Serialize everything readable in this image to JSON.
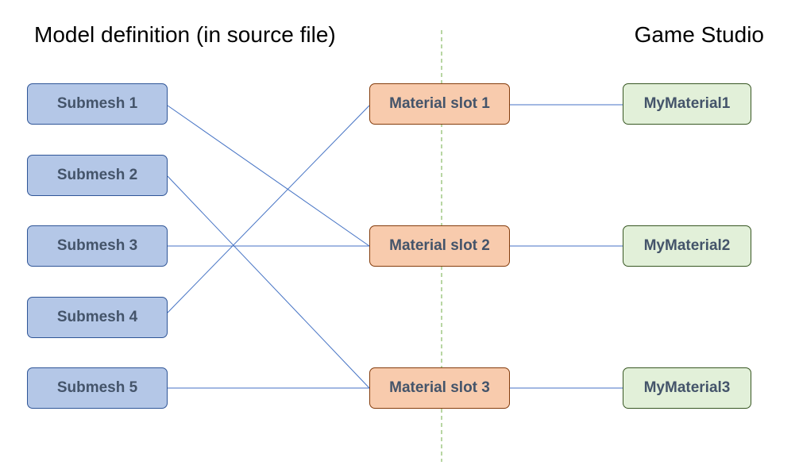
{
  "headings": {
    "left": "Model definition (in source file)",
    "right": "Game Studio"
  },
  "submeshes": [
    {
      "label": "Submesh 1",
      "slot": 2
    },
    {
      "label": "Submesh 2",
      "slot": 3
    },
    {
      "label": "Submesh 3",
      "slot": 2
    },
    {
      "label": "Submesh 4",
      "slot": 1
    },
    {
      "label": "Submesh 5",
      "slot": 3
    }
  ],
  "slots": [
    {
      "label": "Material slot 1",
      "material": 1
    },
    {
      "label": "Material slot 2",
      "material": 2
    },
    {
      "label": "Material slot 3",
      "material": 3
    }
  ],
  "materials": [
    {
      "label": "MyMaterial1"
    },
    {
      "label": "MyMaterial2"
    },
    {
      "label": "MyMaterial3"
    }
  ],
  "colors": {
    "connector": "#4472c4",
    "divider": "#70ad47",
    "submesh_fill": "#b4c7e7",
    "slot_fill": "#f8cbad",
    "material_fill": "#e2f0d9",
    "node_text": "#44546a"
  }
}
